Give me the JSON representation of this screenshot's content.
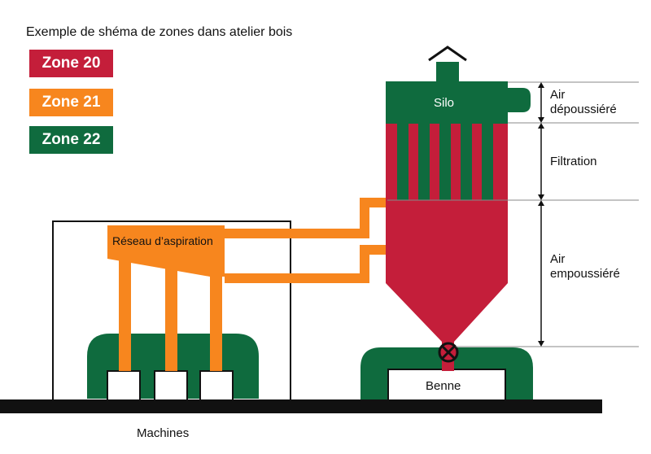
{
  "title": "Exemple de shéma de zones dans atelier bois",
  "colors": {
    "zone20": "#c41e3a",
    "zone21": "#f7861e",
    "zone22": "#0f6b3e",
    "outline": "#111111"
  },
  "legend": [
    {
      "label": "Zone 20",
      "color": "#c41e3a"
    },
    {
      "label": "Zone 21",
      "color": "#f7861e"
    },
    {
      "label": "Zone 22",
      "color": "#0f6b3e"
    }
  ],
  "labels": {
    "silo": "Silo",
    "reseau": "Réseau d’aspiration",
    "benne": "Benne",
    "machines": "Machines",
    "air_depoussiere_1": "Air",
    "air_depoussiere_2": "dépoussiéré",
    "filtration": "Filtration",
    "air_empoussiere_1": "Air",
    "air_empoussiere_2": "empoussiéré"
  }
}
